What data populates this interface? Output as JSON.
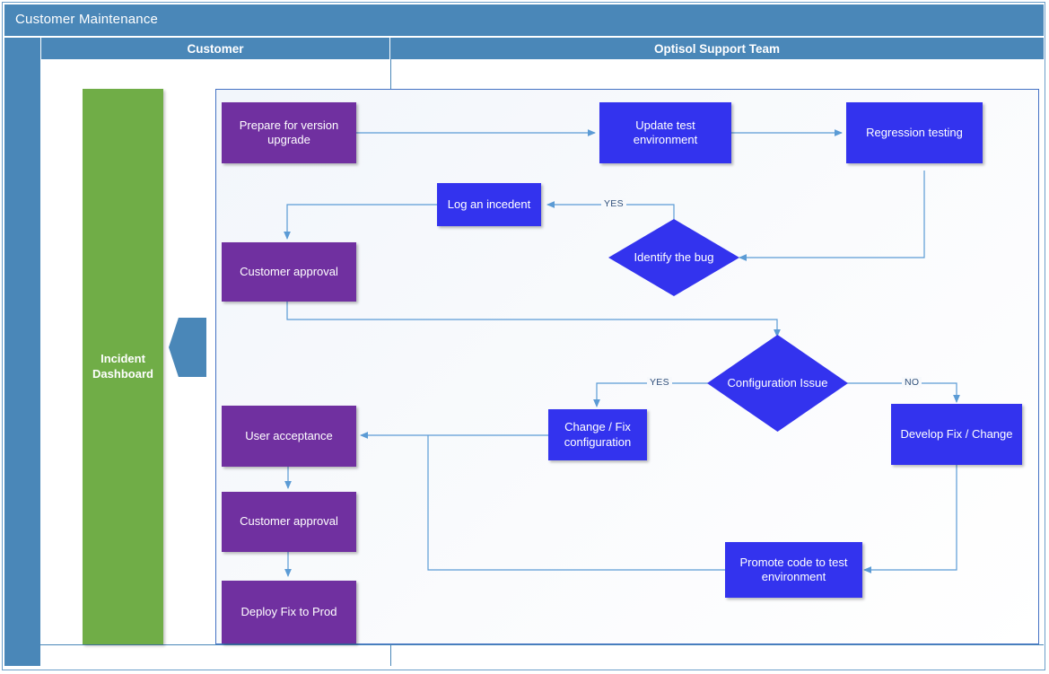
{
  "window": {
    "title": "Customer Maintenance",
    "title_bar_color": "#4a87b8"
  },
  "lanes": [
    {
      "id": "customer",
      "label": "Customer"
    },
    {
      "id": "support",
      "label": "Optisol Support Team"
    }
  ],
  "colors": {
    "header_blue": "#4a87b8",
    "customer_node_purple": "#7030a0",
    "support_node_blue": "#3333ee",
    "dashboard_green": "#70ad47",
    "connector_blue": "#4a87b8",
    "diagram_border": "#4472c4"
  },
  "dashboard": {
    "name": "incident-dashboard",
    "label": "Incident Dashboard",
    "arrow_icon": "left-arrow-icon"
  },
  "nodes": [
    {
      "id": "prepare_upgrade",
      "label": "Prepare for version upgrade",
      "lane": "customer",
      "shape": "rect",
      "color": "#7030a0"
    },
    {
      "id": "customer_approval_1",
      "label": "Customer approval",
      "lane": "customer",
      "shape": "rect",
      "color": "#7030a0"
    },
    {
      "id": "user_acceptance",
      "label": "User acceptance",
      "lane": "customer",
      "shape": "rect",
      "color": "#7030a0"
    },
    {
      "id": "customer_approval_2",
      "label": "Customer approval",
      "lane": "customer",
      "shape": "rect",
      "color": "#7030a0"
    },
    {
      "id": "deploy_fix",
      "label": "Deploy Fix to Prod",
      "lane": "customer",
      "shape": "rect",
      "color": "#7030a0"
    },
    {
      "id": "update_test_env",
      "label": "Update test environment",
      "lane": "support",
      "shape": "rect",
      "color": "#3333ee"
    },
    {
      "id": "regression_testing",
      "label": "Regression testing",
      "lane": "support",
      "shape": "rect",
      "color": "#3333ee"
    },
    {
      "id": "log_incident",
      "label": "Log an incedent",
      "lane": "support",
      "shape": "rect",
      "color": "#3333ee"
    },
    {
      "id": "identify_bug",
      "label": "Identify the bug",
      "lane": "support",
      "shape": "diamond",
      "color": "#3333ee"
    },
    {
      "id": "configuration_issue",
      "label": "Configuration Issue",
      "lane": "support",
      "shape": "diamond",
      "color": "#3333ee"
    },
    {
      "id": "change_fix_config",
      "label": "Change / Fix configuration",
      "lane": "support",
      "shape": "rect",
      "color": "#3333ee"
    },
    {
      "id": "develop_fix_change",
      "label": "Develop Fix / Change",
      "lane": "support",
      "shape": "rect",
      "color": "#3333ee"
    },
    {
      "id": "promote_code",
      "label": "Promote code to test environment",
      "lane": "support",
      "shape": "rect",
      "color": "#3333ee"
    }
  ],
  "edge_labels": [
    {
      "id": "identify_bug_yes",
      "text": "YES"
    },
    {
      "id": "config_issue_yes",
      "text": "YES"
    },
    {
      "id": "config_issue_no",
      "text": "NO"
    }
  ],
  "edges": [
    {
      "from": "prepare_upgrade",
      "to": "update_test_env",
      "label": ""
    },
    {
      "from": "update_test_env",
      "to": "regression_testing",
      "label": ""
    },
    {
      "from": "regression_testing",
      "to": "identify_bug",
      "label": ""
    },
    {
      "from": "identify_bug",
      "to": "log_incident",
      "label": "YES"
    },
    {
      "from": "log_incident",
      "to": "customer_approval_1",
      "label": ""
    },
    {
      "from": "customer_approval_1",
      "to": "configuration_issue",
      "label": ""
    },
    {
      "from": "configuration_issue",
      "to": "change_fix_config",
      "label": "YES"
    },
    {
      "from": "configuration_issue",
      "to": "develop_fix_change",
      "label": "NO"
    },
    {
      "from": "change_fix_config",
      "to": "user_acceptance",
      "label": ""
    },
    {
      "from": "develop_fix_change",
      "to": "promote_code",
      "label": ""
    },
    {
      "from": "promote_code",
      "to": "user_acceptance",
      "label": ""
    },
    {
      "from": "user_acceptance",
      "to": "customer_approval_2",
      "label": ""
    },
    {
      "from": "customer_approval_2",
      "to": "deploy_fix",
      "label": ""
    }
  ]
}
